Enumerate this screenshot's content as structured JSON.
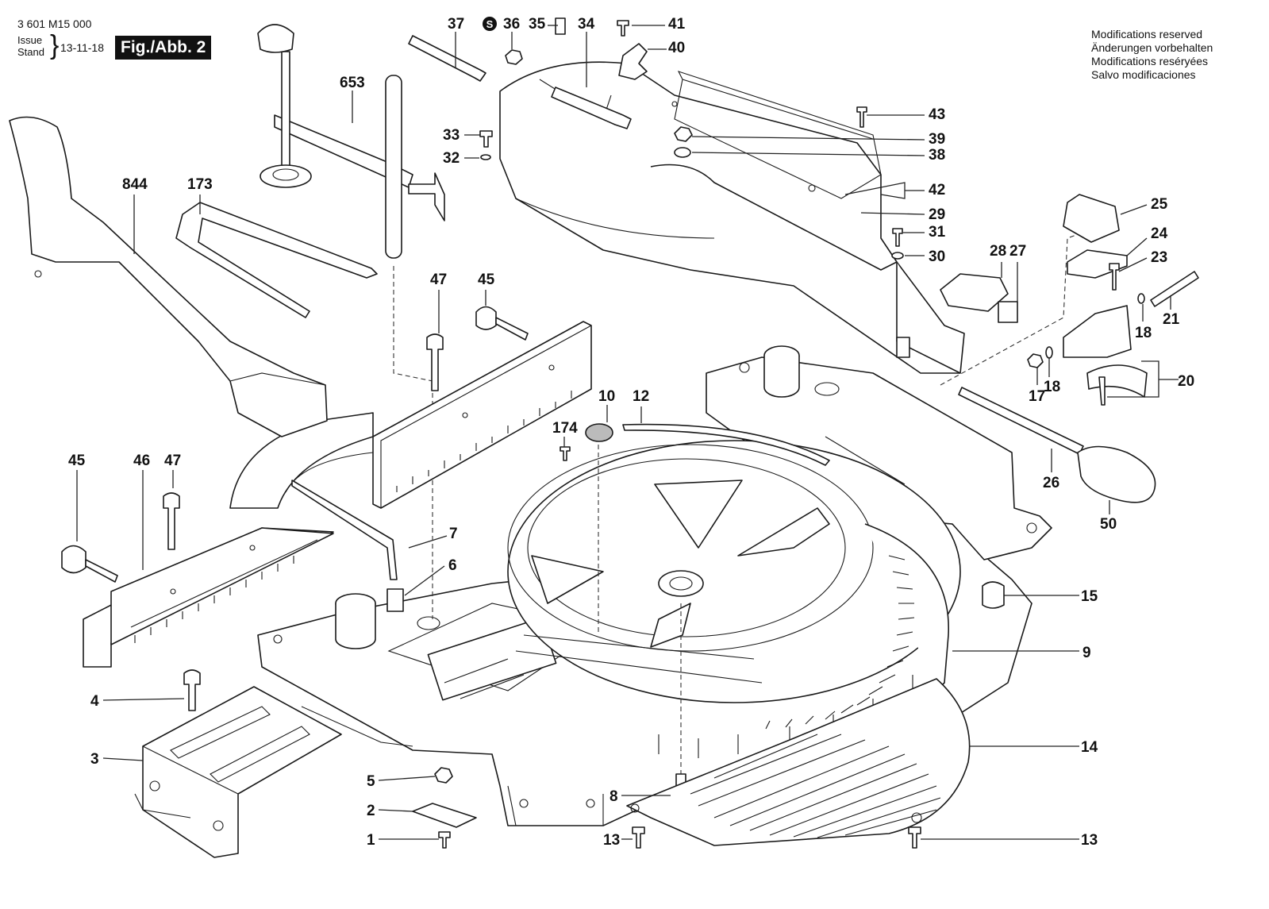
{
  "header": {
    "doc_number": "3 601 M15 000",
    "issue_label_1": "Issue",
    "issue_label_2": "Stand",
    "issue_date": "13-11-18",
    "figure_label": "Fig./Abb. 2"
  },
  "modifications": [
    "Modifications reserved",
    "Änderungen vorbehalten",
    "Modifications reséryées",
    "Salvo modificaciones"
  ],
  "parts": {
    "p1": "1",
    "p2": "2",
    "p3": "3",
    "p4": "4",
    "p5": "5",
    "p6": "6",
    "p7": "7",
    "p8": "8",
    "p9": "9",
    "p10": "10",
    "p12": "12",
    "p13a": "13",
    "p13b": "13",
    "p14": "14",
    "p15": "15",
    "p17": "17",
    "p18a": "18",
    "p18b": "18",
    "p20": "20",
    "p21": "21",
    "p23": "23",
    "p24": "24",
    "p25": "25",
    "p26": "26",
    "p27": "27",
    "p28": "28",
    "p29": "29",
    "p30": "30",
    "p31": "31",
    "p32": "32",
    "p33": "33",
    "p34": "34",
    "p35": "35",
    "p36": "36",
    "p37": "37",
    "p38": "38",
    "p39": "39",
    "p40": "40",
    "p41": "41",
    "p42": "42",
    "p43": "43",
    "p45a": "45",
    "p45b": "45",
    "p46": "46",
    "p47a": "47",
    "p47b": "47",
    "p50": "50",
    "p173": "173",
    "p174": "174",
    "p653": "653",
    "p844": "844"
  },
  "special_marker": "S"
}
